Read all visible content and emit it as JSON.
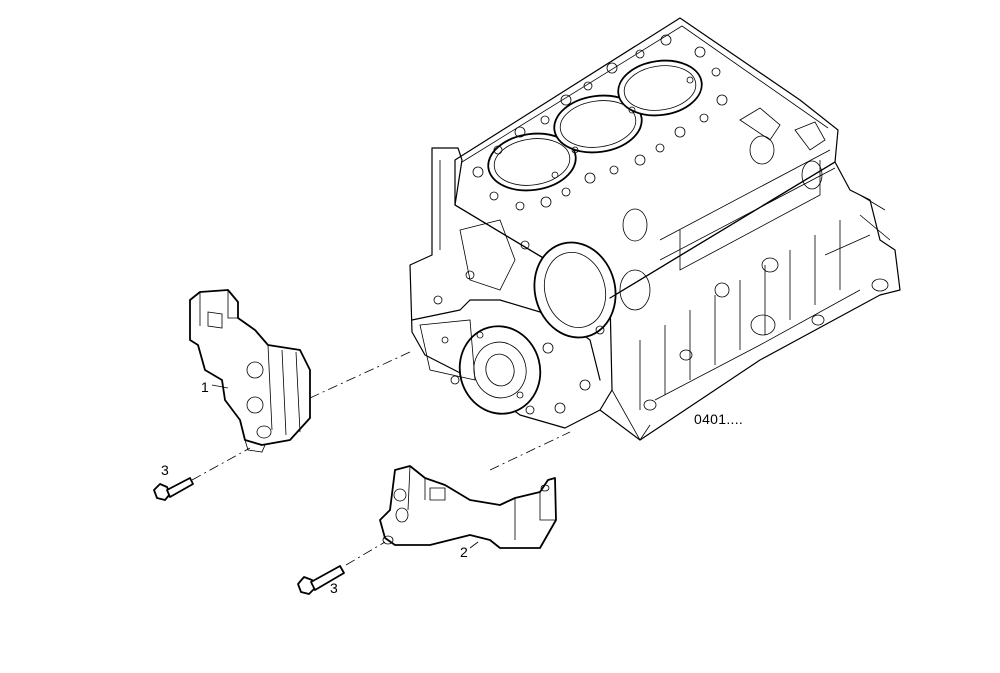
{
  "figure": {
    "reference_code": "0401....",
    "callouts": [
      {
        "id": "1",
        "label": "1"
      },
      {
        "id": "2",
        "label": "2"
      },
      {
        "id": "3a",
        "label": "3"
      },
      {
        "id": "3b",
        "label": "3"
      }
    ]
  }
}
